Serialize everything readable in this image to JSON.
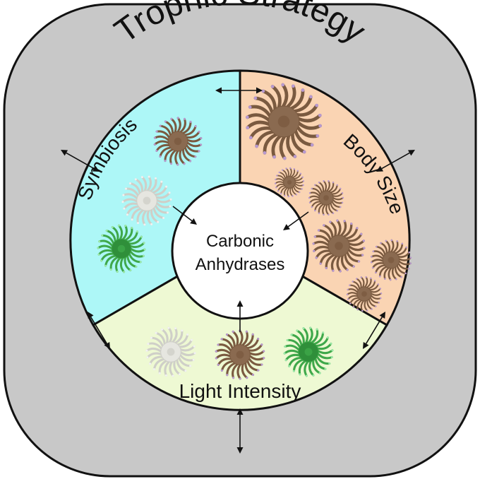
{
  "outer_label": "Trophic Strategy",
  "center_label": [
    "Carbonic",
    "Anhydrases"
  ],
  "segments": [
    {
      "label": "Symbiosis",
      "fill": "#adf7f7"
    },
    {
      "label": "Body Size",
      "fill": "#fad4b3"
    },
    {
      "label": "Light Intensity",
      "fill": "#eef9d3"
    }
  ],
  "colors": {
    "outer_box": "#c8c8c8",
    "stroke": "#111111",
    "center_fill": "#ffffff"
  },
  "coral_icons": [
    {
      "color": "brown",
      "segment": "symbiosis"
    },
    {
      "color": "white",
      "segment": "symbiosis"
    },
    {
      "color": "green",
      "segment": "symbiosis"
    },
    {
      "color": "brown",
      "segment": "body-size"
    },
    {
      "color": "brown",
      "segment": "body-size"
    },
    {
      "color": "brown",
      "segment": "body-size"
    },
    {
      "color": "brown",
      "segment": "body-size"
    },
    {
      "color": "brown",
      "segment": "body-size"
    },
    {
      "color": "brown",
      "segment": "body-size"
    },
    {
      "color": "white",
      "segment": "light-intensity"
    },
    {
      "color": "brown",
      "segment": "light-intensity"
    },
    {
      "color": "green",
      "segment": "light-intensity"
    }
  ],
  "icon_palette": {
    "brown": {
      "core": "#8a6a50",
      "tentacle": "#7a5a40",
      "tip": "#b89ad0"
    },
    "white": {
      "core": "#e6e6e0",
      "tentacle": "#cfcfc8",
      "tip": "#f2f2f2"
    },
    "green": {
      "core": "#2f8f3a",
      "tentacle": "#3fa84a",
      "tip": "#9de8a8"
    }
  }
}
